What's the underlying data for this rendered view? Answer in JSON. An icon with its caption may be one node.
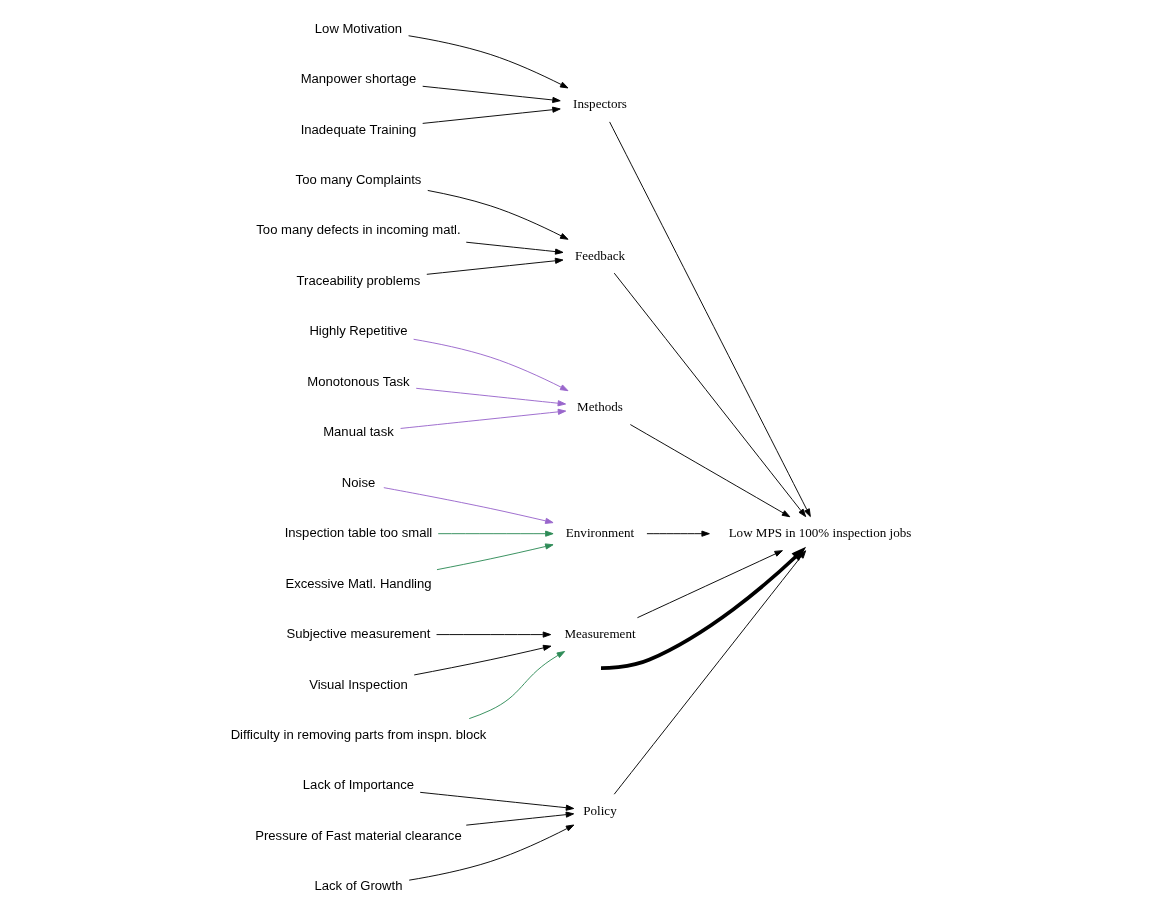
{
  "diagram": {
    "nodes": [
      {
        "text": [
          "Policy"
        ]
      },
      {
        "text": [
          "Lack of Importance"
        ]
      },
      {
        "text": [
          "Pressure of Fast material clearance"
        ]
      },
      {
        "text": [
          "Lack of Growth"
        ]
      },
      {
        "text": [
          "Inspectors"
        ]
      },
      {
        "text": [
          "Low Motivation"
        ]
      },
      {
        "text": [
          "Manpower shortage"
        ]
      },
      {
        "text": [
          "Inadequate Training"
        ]
      },
      {
        "text": [
          "Feedback"
        ]
      },
      {
        "text": [
          "Too many Complaints"
        ]
      },
      {
        "text": [
          "Too many defects in incoming matl."
        ]
      },
      {
        "text": [
          "Traceability problems"
        ]
      },
      {
        "text": [
          "Low MPS in 100% inspection jobs"
        ]
      },
      {
        "text": [
          "Highly Repetitive"
        ]
      },
      {
        "text": [
          "Monotonous Task"
        ]
      },
      {
        "text": [
          "Manual task"
        ]
      },
      {
        "text": [
          "Methods"
        ]
      },
      {
        "text": [
          "Noise"
        ]
      },
      {
        "text": [
          "Inspection table too small"
        ]
      },
      {
        "text": [
          "Excessive Matl. Handling"
        ]
      },
      {
        "text": [
          "Environment"
        ]
      },
      {
        "text": [
          "Subjective measurement"
        ]
      },
      {
        "text": [
          "Visual Inspection"
        ]
      },
      {
        "text": [
          "Difficulty in removing parts from inspn. block"
        ]
      },
      {
        "text": [
          "Measurement"
        ]
      }
    ],
    "edges": [
      {
        "from": 1,
        "to": 0,
        "arrow": "to"
      },
      {
        "from": 2,
        "to": 0,
        "arrow": "to"
      },
      {
        "from": 3,
        "to": 0,
        "arrow": "to"
      },
      {
        "from": 5,
        "to": 4,
        "arrow": "to"
      },
      {
        "from": 6,
        "to": 4,
        "arrow": "to"
      },
      {
        "from": 7,
        "to": 4,
        "arrow": "to"
      },
      {
        "from": 9,
        "to": 8,
        "arrow": "to"
      },
      {
        "from": 10,
        "to": 8,
        "arrow": "to"
      },
      {
        "from": 11,
        "to": 8,
        "arrow": "to"
      },
      {
        "from": 13,
        "to": 16,
        "arrow": "to",
        "color": "#9966cc"
      },
      {
        "from": 14,
        "to": 16,
        "arrow": "to",
        "color": "#9966cc"
      },
      {
        "from": 15,
        "to": 16,
        "arrow": "to",
        "color": "#9966cc"
      },
      {
        "from": 17,
        "to": 20,
        "arrow": "to",
        "color": "#9966cc"
      },
      {
        "from": 18,
        "to": 20,
        "arrow": "to",
        "color": "#2e8b57"
      },
      {
        "from": 19,
        "to": 20,
        "arrow": "to",
        "color": "#2e8b57"
      },
      {
        "from": 21,
        "to": 24,
        "arrow": "to"
      },
      {
        "from": 22,
        "to": 24,
        "arrow": "to"
      },
      {
        "from": 23,
        "to": 24,
        "arrow": "to",
        "color": "#2e8b57"
      },
      {
        "from": 0,
        "to": 12,
        "arrow": "to"
      },
      {
        "from": 4,
        "to": 12,
        "arrow": "to"
      },
      {
        "from": 8,
        "to": 12,
        "arrow": "to"
      },
      {
        "from": 16,
        "to": 12,
        "arrow": "to"
      },
      {
        "from": 20,
        "to": 12,
        "arrow": "to"
      },
      {
        "from": 24,
        "to": 12,
        "arrow": "to"
      },
      {
        "from": null,
        "to": 12,
        "arrow": "to",
        "style": "thick"
      }
    ]
  }
}
